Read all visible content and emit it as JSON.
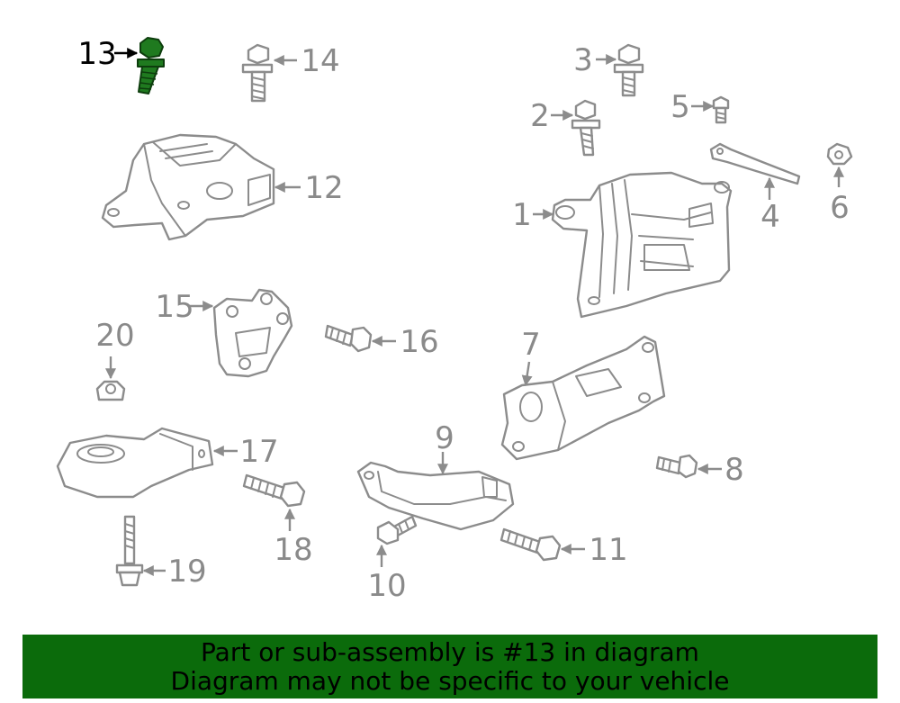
{
  "diagram": {
    "highlight_part": "13",
    "highlight_color": "#1f7a1f",
    "callouts": [
      "1",
      "2",
      "3",
      "4",
      "5",
      "6",
      "7",
      "8",
      "9",
      "10",
      "11",
      "12",
      "13",
      "14",
      "15",
      "16",
      "17",
      "18",
      "19",
      "20"
    ]
  },
  "banner": {
    "line1": "Part or sub-assembly is #13 in diagram",
    "line2": "Diagram may not be specific to your vehicle",
    "background": "#0b6b0b"
  }
}
